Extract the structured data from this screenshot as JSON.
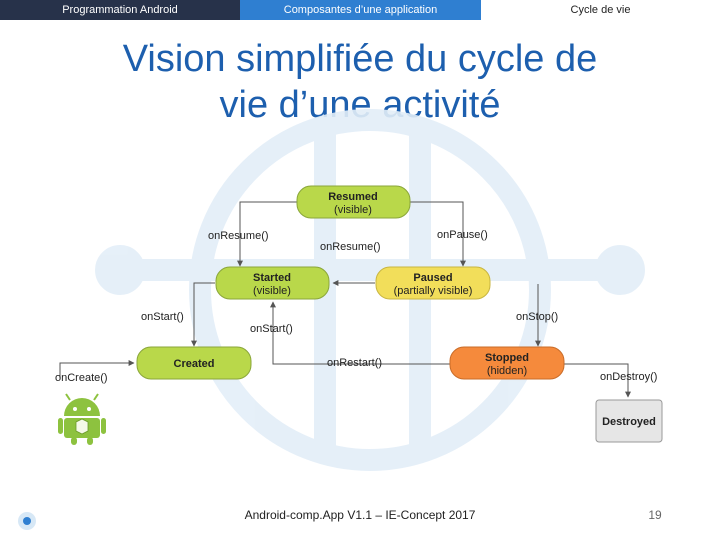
{
  "topbar": {
    "left": "Programmation Android",
    "center": "Composantes d’une application",
    "right": "Cycle de vie"
  },
  "title": {
    "line1": "Vision simplifiée du cycle de",
    "line2": "vie d’une activité"
  },
  "states": {
    "resumed": {
      "name": "Resumed",
      "sub": "(visible)"
    },
    "started": {
      "name": "Started",
      "sub": "(visible)"
    },
    "paused": {
      "name": "Paused",
      "sub": "(partially visible)"
    },
    "created": {
      "name": "Created"
    },
    "stopped": {
      "name": "Stopped",
      "sub": "(hidden)"
    },
    "destroyed": {
      "name": "Destroyed"
    }
  },
  "transitions": {
    "on_resume_left": "onResume()",
    "on_pause": "onPause()",
    "on_resume_center": "onResume()",
    "on_start_left": "onStart()",
    "on_stop": "onStop()",
    "on_start_center": "onStart()",
    "on_restart": "onRestart()",
    "on_create": "onCreate()",
    "on_destroy": "onDestroy()"
  },
  "colors": {
    "title": "#1d5fae",
    "green_state": "#b9d84a",
    "yellow_state": "#f2de5a",
    "orange_state": "#f58a3c",
    "destroyed_state": "#e6e6e6",
    "android": "#8dc23f"
  },
  "icons": {
    "android": "android-robot-icon",
    "logo": "ie-concept-logo"
  },
  "footer": {
    "text": "Android-comp.App V1.1 – IE-Concept 2017",
    "page": "19"
  }
}
